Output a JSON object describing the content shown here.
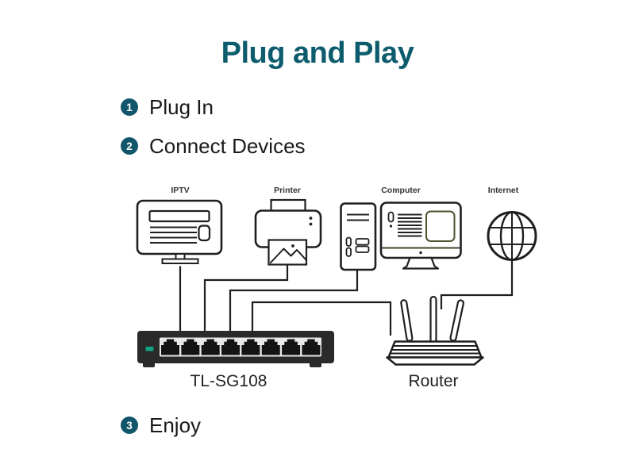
{
  "title": "Plug and Play",
  "colors": {
    "title_accent": "#0d5c6e",
    "step_badge": "#12566b",
    "line_art": "#1f1f1f",
    "switch_body": "#2a2a2a",
    "switch_led": "#13a380",
    "monitor_square": "#50502f"
  },
  "steps": [
    {
      "number": "1",
      "label": "Plug In"
    },
    {
      "number": "2",
      "label": "Connect Devices"
    },
    {
      "number": "3",
      "label": "Enjoy"
    }
  ],
  "diagram": {
    "devices": [
      {
        "id": "iptv",
        "icon": "tv-icon",
        "label": "IPTV"
      },
      {
        "id": "printer",
        "icon": "printer-icon",
        "label": "Printer"
      },
      {
        "id": "computer",
        "icon": "desktop-computer-icon",
        "label": "Computer"
      },
      {
        "id": "internet",
        "icon": "globe-icon",
        "label": "Internet"
      }
    ],
    "switch_label": "TL-SG108",
    "router_label": "Router",
    "switch_port_count": "8"
  }
}
